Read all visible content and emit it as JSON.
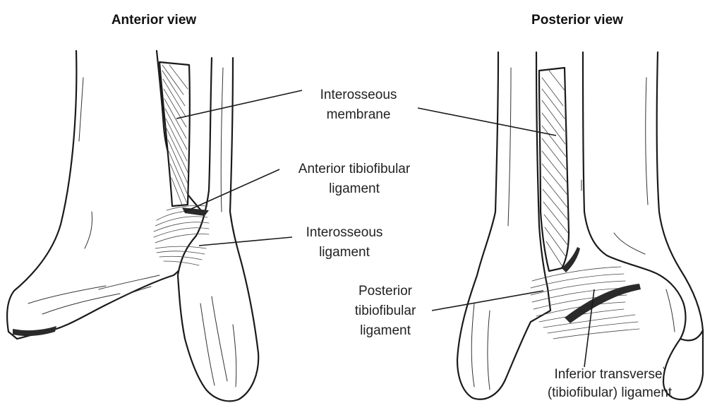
{
  "views": {
    "anterior": "Anterior view",
    "posterior": "Posterior view"
  },
  "labels": {
    "interosseous_membrane": [
      "Interosseous",
      "membrane"
    ],
    "anterior_tibiofibular": [
      "Anterior tibiofibular",
      "ligament"
    ],
    "interosseous_ligament": [
      "Interosseous",
      "ligament"
    ],
    "posterior_tibiofibular": [
      "Posterior",
      "tibiofibular",
      "ligament"
    ],
    "inferior_transverse": [
      "Inferior transverse",
      "(tibiofibular) ligament"
    ]
  }
}
